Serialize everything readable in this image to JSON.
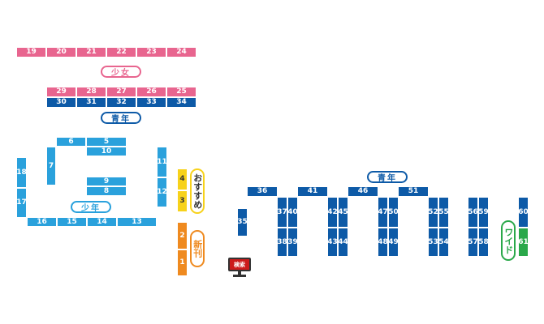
{
  "labels": {
    "shojo": "少女",
    "seinen_top": "青年",
    "shonen": "少年",
    "seinen_right": "青年",
    "osusume": "おすすめ",
    "shinkan": "新刊",
    "wide": "ワイド",
    "search": "検索"
  },
  "shelves": {
    "s1": "1",
    "s2": "2",
    "s3": "3",
    "s4": "4",
    "s5": "5",
    "s6": "6",
    "s7": "7",
    "s8": "8",
    "s9": "9",
    "s10": "10",
    "s11": "11",
    "s12": "12",
    "s13": "13",
    "s14": "14",
    "s15": "15",
    "s16": "16",
    "s17": "17",
    "s18": "18",
    "s19": "19",
    "s20": "20",
    "s21": "21",
    "s22": "22",
    "s23": "23",
    "s24": "24",
    "s25": "25",
    "s26": "26",
    "s27": "27",
    "s28": "28",
    "s29": "29",
    "s30": "30",
    "s31": "31",
    "s32": "32",
    "s33": "33",
    "s34": "34",
    "s35": "35",
    "s36": "36",
    "s37": "37",
    "s38": "38",
    "s39": "39",
    "s40": "40",
    "s41": "41",
    "s42": "42",
    "s43": "43",
    "s44": "44",
    "s45": "45",
    "s46": "46",
    "s47": "47",
    "s48": "48",
    "s49": "49",
    "s50": "50",
    "s51": "51",
    "s52": "52",
    "s53": "53",
    "s54": "54",
    "s55": "55",
    "s56": "56",
    "s57": "57",
    "s58": "58",
    "s59": "59",
    "s60": "60",
    "s61": "61"
  },
  "colors": {
    "shojo": "#e8658f",
    "seinen": "#0d5aa7",
    "shonen": "#2aa1dc",
    "osusume": "#f7d21b",
    "shinkan": "#ef8a1f",
    "wide": "#2aa84a",
    "search": "#cc1b1b"
  }
}
